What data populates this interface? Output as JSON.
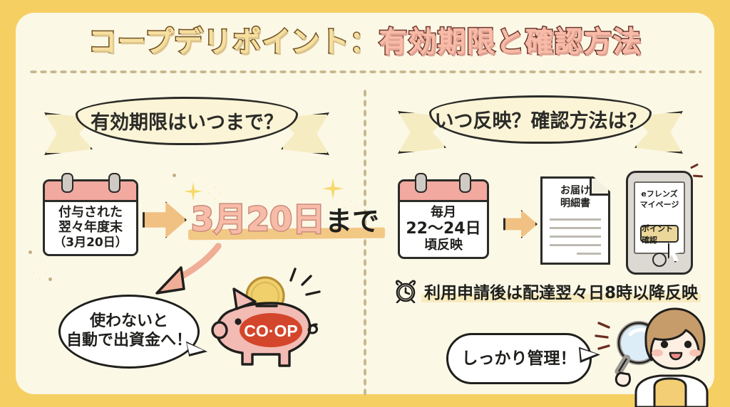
{
  "page": {
    "title_part1": "コープデリポイント：",
    "title_part2": "有効期限と確認方法",
    "frame_color": "#F6CF63",
    "card_color": "#FCF8E6"
  },
  "left_section": {
    "banner_label": "有効期限はいつまで？",
    "calendar": {
      "line1": "付与された",
      "line2": "翌々年度末",
      "line3": "（3月20日）",
      "header_color": "#F2A9A0"
    },
    "arrow": "right-arrow",
    "highlight_date": {
      "date": "3月20日",
      "suffix": "まで",
      "date_color": "#F8BBA8",
      "underline_color": "#F2C885"
    },
    "bubble": {
      "line1": "使わないと",
      "line2": "自動で出資金へ！"
    },
    "piggy": {
      "logo": "CO·OP",
      "body_color": "#F2BBB4",
      "logo_color": "#D4462B",
      "coin_color": "#F0D06A"
    }
  },
  "right_section": {
    "banner_label": "いつ反映？確認方法は？",
    "calendar": {
      "line1": "毎月",
      "line2": "22〜24日",
      "line3": "頃反映",
      "header_color": "#F2A9A0"
    },
    "arrow": "right-arrow",
    "document": {
      "line1": "お届け",
      "line2": "明細書"
    },
    "phone": {
      "line1": "eフレンズ",
      "line2": "マイページ",
      "button_label": "ポイント確認",
      "button_color": "#EBD79A"
    },
    "note": {
      "icon": "alarm-clock-icon",
      "text": "利用申請後は配達翌々日8時以降反映",
      "highlight_color": "#F7EBBF"
    },
    "bubble": {
      "text": "しっかり管理！"
    },
    "character": {
      "description": "woman-with-magnifier",
      "hair_color": "#C79C6B",
      "apron_color": "#F3CE74"
    }
  }
}
